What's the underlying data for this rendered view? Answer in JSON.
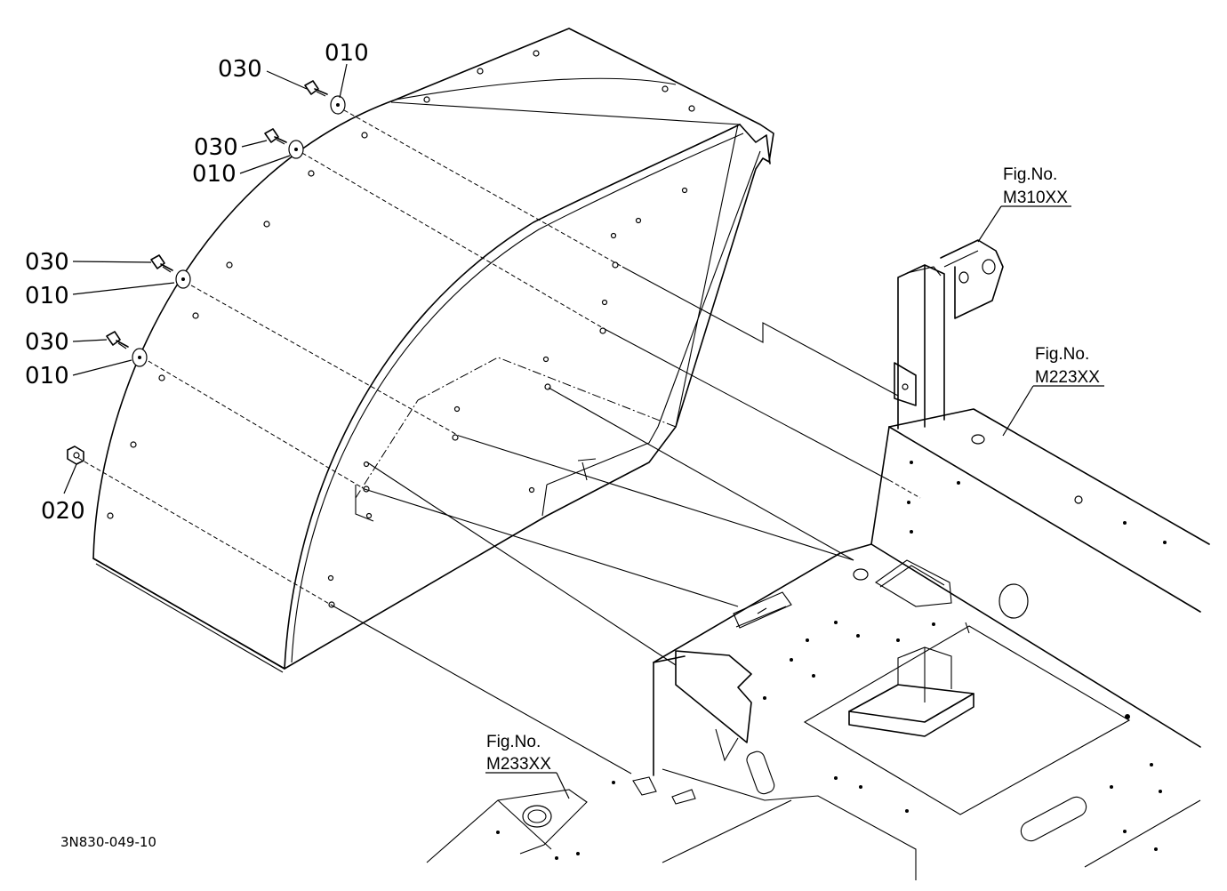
{
  "callouts": [
    {
      "id": "010"
    },
    {
      "id": "030"
    },
    {
      "id": "030"
    },
    {
      "id": "010"
    },
    {
      "id": "030"
    },
    {
      "id": "010"
    },
    {
      "id": "030"
    },
    {
      "id": "010"
    },
    {
      "id": "020"
    }
  ],
  "figure_refs": [
    {
      "label": "Fig.No.",
      "number": "M310XX"
    },
    {
      "label": "Fig.No.",
      "number": "M223XX"
    },
    {
      "label": "Fig.No.",
      "number": "M233XX"
    }
  ],
  "drawing_code": "3N830-049-10"
}
